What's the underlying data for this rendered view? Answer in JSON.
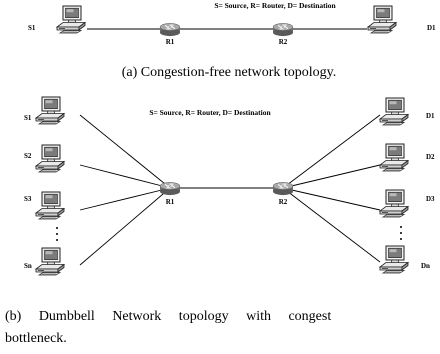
{
  "figure_a": {
    "legend": "S= Source, R= Router, D= Destination",
    "source": "S1",
    "router1": "R1",
    "router2": "R2",
    "destination": "D1",
    "caption": "(a) Congestion-free network topology."
  },
  "figure_b": {
    "legend": "S= Source, R= Router, D= Destination",
    "sources": [
      "S1",
      "S2",
      "S3",
      "Sn"
    ],
    "router1": "R1",
    "router2": "R2",
    "destinations": [
      "D1",
      "D2",
      "D3",
      "Dn"
    ],
    "caption_line1": "(b) Dumbbell Network topology with congest",
    "caption_line2": "bottleneck."
  },
  "icons": {
    "host": "desktop-computer-icon",
    "router": "router-icon"
  },
  "colors": {
    "router_body": "#6e6e6e",
    "router_top": "#a9a9a9",
    "computer_body": "#f0f0f0",
    "computer_outline": "#222222",
    "link": "#000000"
  }
}
